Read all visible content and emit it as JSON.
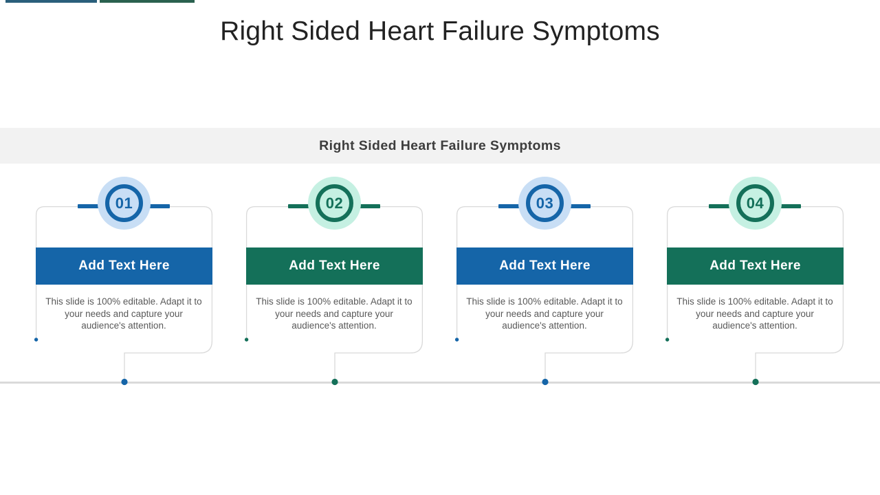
{
  "page_title": "Right Sided Heart Failure Symptoms",
  "banner": {
    "title": "Right Sided Heart Failure Symptoms",
    "bg_color": "#f2f2f2"
  },
  "accent_bars": {
    "bar1_color": "#2a5f7b",
    "bar2_color": "#2a614f"
  },
  "cards": [
    {
      "number": "01",
      "theme": "blue",
      "header_label": "Add Text Here",
      "body": "This slide is 100% editable. Adapt it to your needs and capture your audience's attention."
    },
    {
      "number": "02",
      "theme": "green",
      "header_label": "Add Text Here",
      "body": "This slide is 100% editable. Adapt it to your needs and capture your audience's attention."
    },
    {
      "number": "03",
      "theme": "blue",
      "header_label": "Add Text Here",
      "body": "This slide is 100% editable. Adapt it to your needs and capture your audience's attention."
    },
    {
      "number": "04",
      "theme": "green",
      "header_label": "Add Text Here",
      "body": "This slide is 100% editable. Adapt it to your needs and capture your audience's attention."
    }
  ],
  "theme_colors": {
    "blue": "#1565a8",
    "blue_pale": "#c8def5",
    "green": "#147059",
    "green_pale": "#c5f0e2",
    "outline_gray": "#d9d9d9",
    "timeline_gray": "#dadada",
    "title_color": "#222222",
    "banner_text_color": "#3d3d3d",
    "body_text_color": "#595959"
  }
}
